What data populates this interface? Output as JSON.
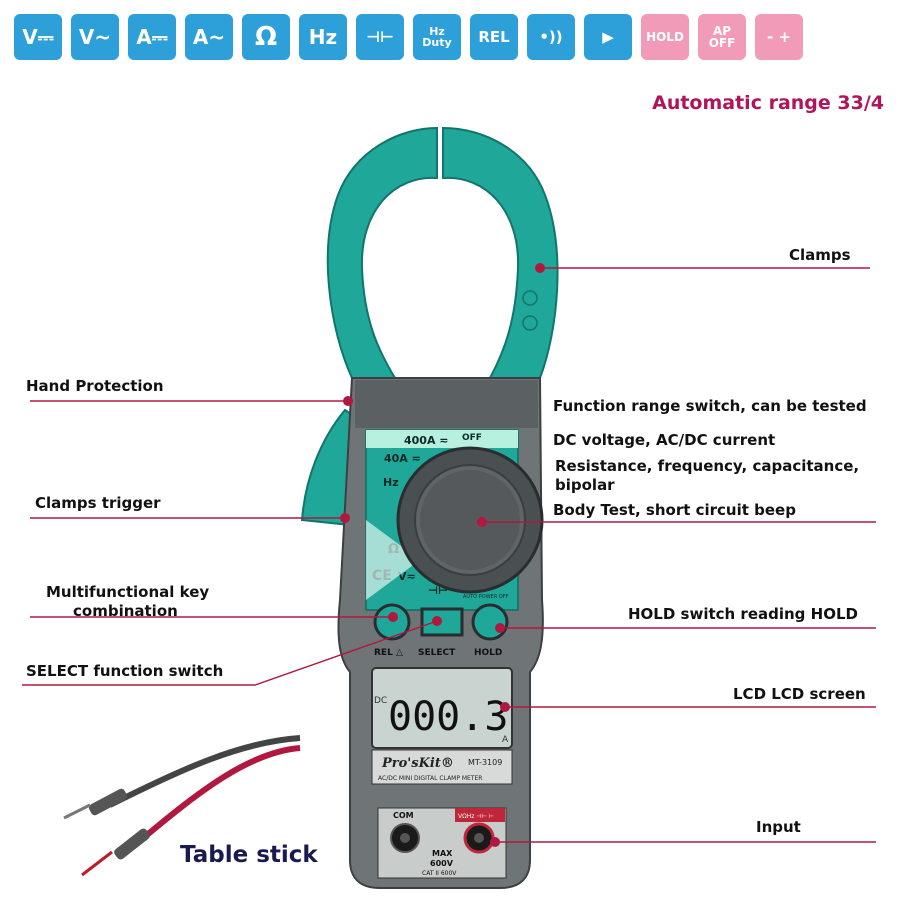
{
  "mode_icons": [
    {
      "name": "dc-voltage-icon",
      "text": "V⎓",
      "color": "#2d9fd9"
    },
    {
      "name": "ac-voltage-icon",
      "text": "V~",
      "color": "#2d9fd9"
    },
    {
      "name": "dc-current-icon",
      "text": "A⎓",
      "color": "#2d9fd9"
    },
    {
      "name": "ac-current-icon",
      "text": "A~",
      "color": "#2d9fd9"
    },
    {
      "name": "ohm-icon",
      "text": "Ω",
      "color": "#2d9fd9"
    },
    {
      "name": "hertz-icon",
      "text": "Hz",
      "color": "#2d9fd9"
    },
    {
      "name": "capacitor-icon",
      "text": "⊣⊢",
      "color": "#2d9fd9"
    },
    {
      "name": "duty-cycle-icon",
      "text": "Hz|Duty",
      "color": "#2d9fd9"
    },
    {
      "name": "relative-icon",
      "text": "REL",
      "color": "#2d9fd9"
    },
    {
      "name": "continuity-beep-icon",
      "text": "•))",
      "color": "#2d9fd9"
    },
    {
      "name": "diode-icon",
      "text": "▶|",
      "color": "#2d9fd9"
    },
    {
      "name": "hold-icon",
      "text": "HOLD",
      "color": "#f19bb8"
    },
    {
      "name": "auto-power-off-icon",
      "text": "AP|OFF",
      "color": "#f19bb8"
    },
    {
      "name": "battery-icon",
      "text": "- +",
      "color": "#f19bb8"
    }
  ],
  "headline": "Automatic range 33/4",
  "callouts": {
    "clamps": "Clamps",
    "hand_protection": "Hand Protection",
    "function_range_1": "Function range switch, can be tested",
    "function_range_2": "DC voltage, AC/DC current",
    "function_range_3": "Resistance, frequency, capacitance,",
    "function_range_4": "bipolar",
    "body_test": "Body Test, short circuit beep",
    "clamps_trigger": "Clamps trigger",
    "multifunctional_1": "Multifunctional key",
    "multifunctional_2": "combination",
    "hold_switch": "HOLD switch reading HOLD",
    "select_switch": "SELECT function switch",
    "lcd_screen": "LCD LCD screen",
    "input": "Input",
    "table_stick": "Table stick"
  },
  "meter": {
    "dial_400a": "400A ≂",
    "dial_off": "OFF",
    "dial_40a": "40A ≂",
    "dial_hz": "Hz",
    "dial_ohm": "Ω",
    "dial_v": "V≂",
    "dial_ce": "CE",
    "dial_cap": "⊣⊢",
    "auto_power_off": "AUTO POWER OFF",
    "btn_rel": "REL △",
    "btn_select": "SELECT",
    "btn_hold": "HOLD",
    "lcd_reading": "000.3",
    "lcd_dc": "DC",
    "lcd_unit": "A",
    "brand": "Pro'sKit®",
    "model": "MT-3109",
    "subtitle": "AC/DC MINI DIGITAL CLAMP METER",
    "port_com": "COM",
    "port_vohm": "VΩHz ⊣⊢ ⊢",
    "max_label": "MAX",
    "max_voltage": "600V",
    "cat_rating": "CAT II 600V"
  },
  "colors": {
    "accent": "#b0145a",
    "clamp_teal": "#1fa899",
    "body_gray": "#6f7476",
    "callout_line": "#b01840",
    "icon_blue": "#2d9fd9",
    "icon_pink": "#f19bb8"
  }
}
